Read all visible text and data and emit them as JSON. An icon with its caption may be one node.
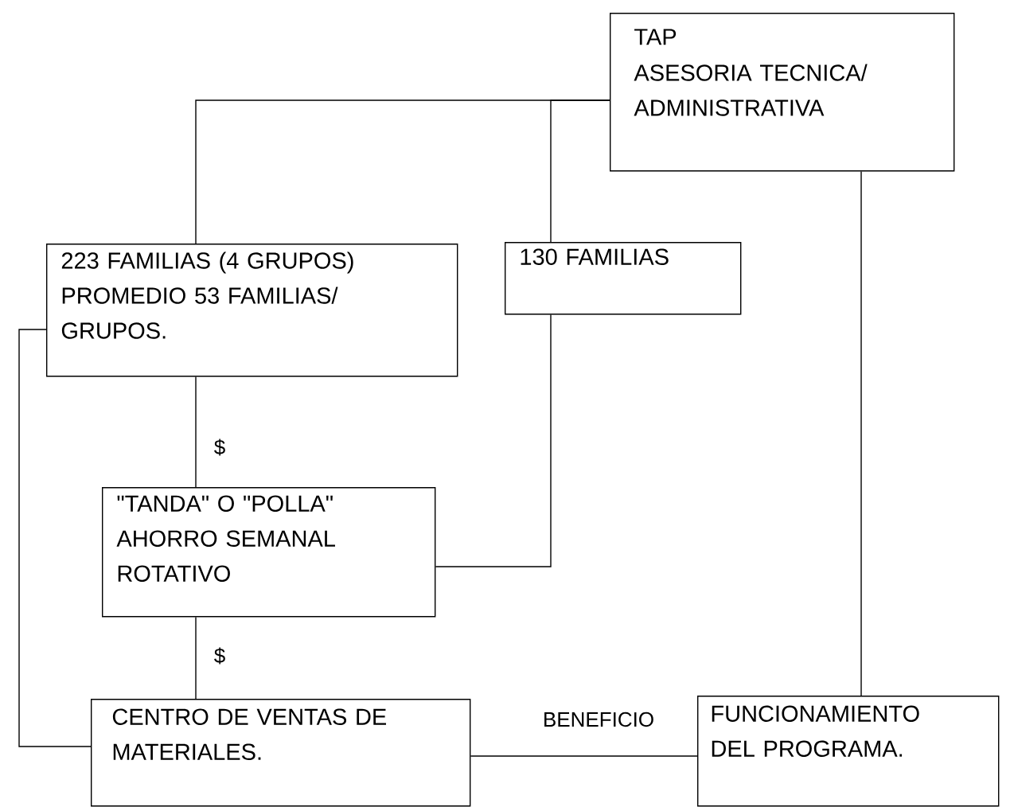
{
  "diagram": {
    "nodes": [
      {
        "text": [
          "TAP",
          "ASESORIA TECNICA/ ADMINISTRATIVA"
        ]
      },
      {
        "text": [
          "223 FAMILIAS (4 GRUPOS) PROMEDIO 53 FAMILIAS/ GRUPOS."
        ]
      },
      {
        "text": [
          "130 FAMILIAS"
        ]
      },
      {
        "text": [
          "\"TANDA\" O \"POLLA\" AHORRO SEMANAL ROTATIVO"
        ]
      },
      {
        "text": [
          "CENTRO DE VENTAS DE MATERIALES."
        ]
      },
      {
        "text": [
          "FUNCIONAMIENTO DEL PROGRAMA."
        ]
      }
    ],
    "edges": [
      {
        "from": 0,
        "to": 1,
        "arrow": "none"
      },
      {
        "from": 0,
        "to": 2,
        "arrow": "none"
      },
      {
        "from": 1,
        "to": 3,
        "arrow": "none",
        "label": "$"
      },
      {
        "from": 2,
        "to": 3,
        "arrow": "none"
      },
      {
        "from": 3,
        "to": 4,
        "arrow": "none",
        "label": "$"
      },
      {
        "from": 1,
        "to": 4,
        "arrow": "none"
      },
      {
        "from": 0,
        "to": 5,
        "arrow": "none"
      },
      {
        "from": 4,
        "to": 5,
        "arrow": "none",
        "label": "BENEFICIO"
      }
    ]
  }
}
